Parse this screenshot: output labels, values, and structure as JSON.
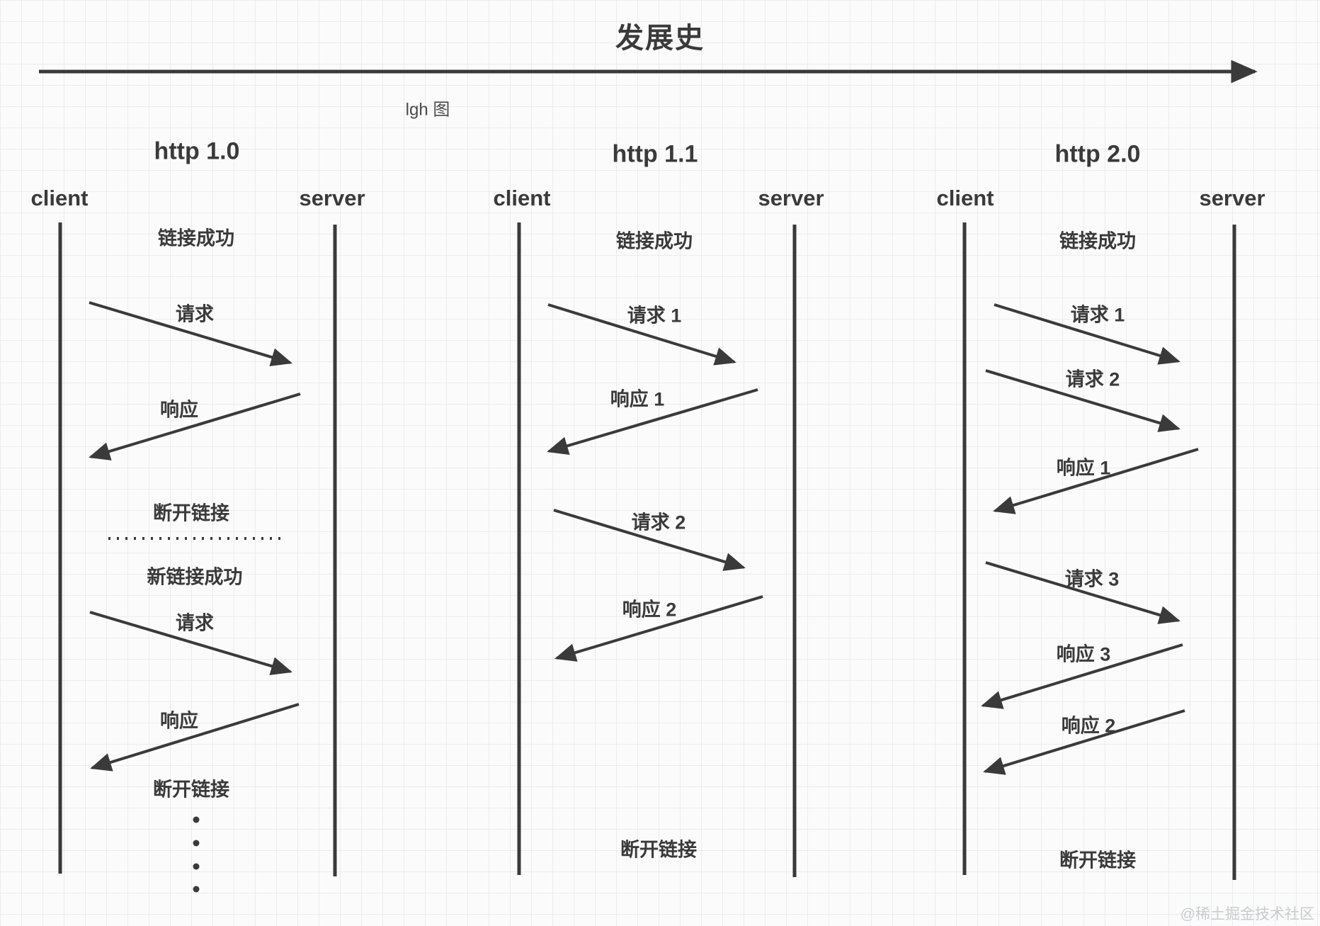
{
  "title": "发展史",
  "caption": "lgh 图",
  "watermark": "@稀土掘金技术社区",
  "colors": {
    "ink": "#3a3a3a",
    "grid": "#ececec",
    "background": "#fbfbfb",
    "watermark": "#c9cbd0"
  },
  "columns": [
    {
      "header": "http 1.0",
      "client": "client",
      "server": "server",
      "labels": {
        "connect": "链接成功",
        "request1": "请求",
        "response1": "响应",
        "disconnect1": "断开链接",
        "new_connect": "新链接成功",
        "request2": "请求",
        "response2": "响应",
        "disconnect2": "断开链接"
      }
    },
    {
      "header": "http 1.1",
      "client": "client",
      "server": "server",
      "labels": {
        "connect": "链接成功",
        "request1": "请求 1",
        "response1": "响应 1",
        "request2": "请求 2",
        "response2": "响应 2",
        "disconnect": "断开链接"
      }
    },
    {
      "header": "http 2.0",
      "client": "client",
      "server": "server",
      "labels": {
        "connect": "链接成功",
        "request1": "请求 1",
        "request2": "请求 2",
        "response1": "响应 1",
        "request3": "请求 3",
        "response3": "响应 3",
        "response2": "响应 2",
        "disconnect": "断开链接"
      }
    }
  ]
}
